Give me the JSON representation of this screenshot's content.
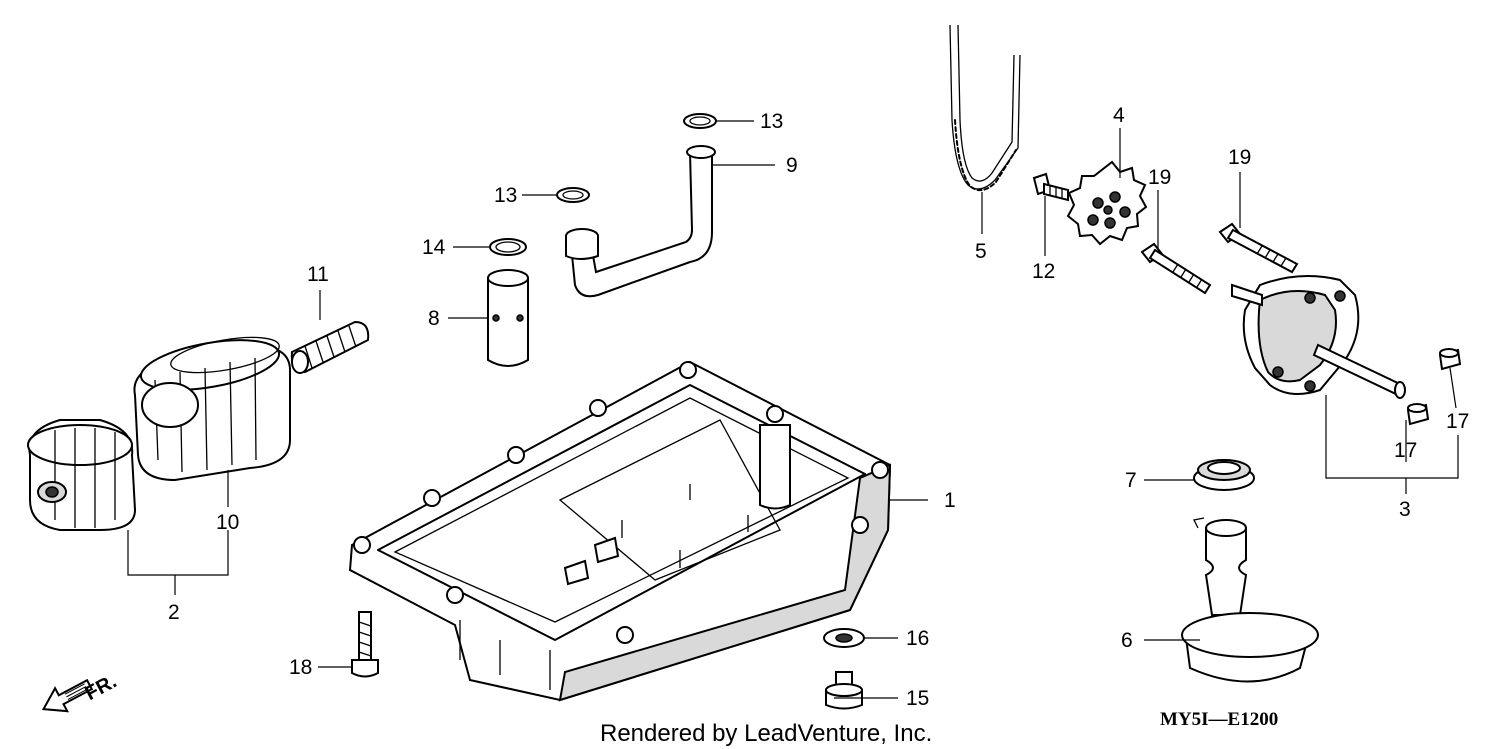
{
  "diagram": {
    "callouts": {
      "c1": "1",
      "c2": "2",
      "c3": "3",
      "c4": "4",
      "c5": "5",
      "c6": "6",
      "c7": "7",
      "c8": "8",
      "c9": "9",
      "c10": "10",
      "c11": "11",
      "c12": "12",
      "c13a": "13",
      "c13b": "13",
      "c14": "14",
      "c15": "15",
      "c16": "16",
      "c17a": "17",
      "c17b": "17",
      "c18": "18",
      "c19a": "19",
      "c19b": "19"
    },
    "direction_label": "FR.",
    "diagram_code": "MY5I—E1200",
    "credit": "Rendered by LeadVenture, Inc."
  }
}
